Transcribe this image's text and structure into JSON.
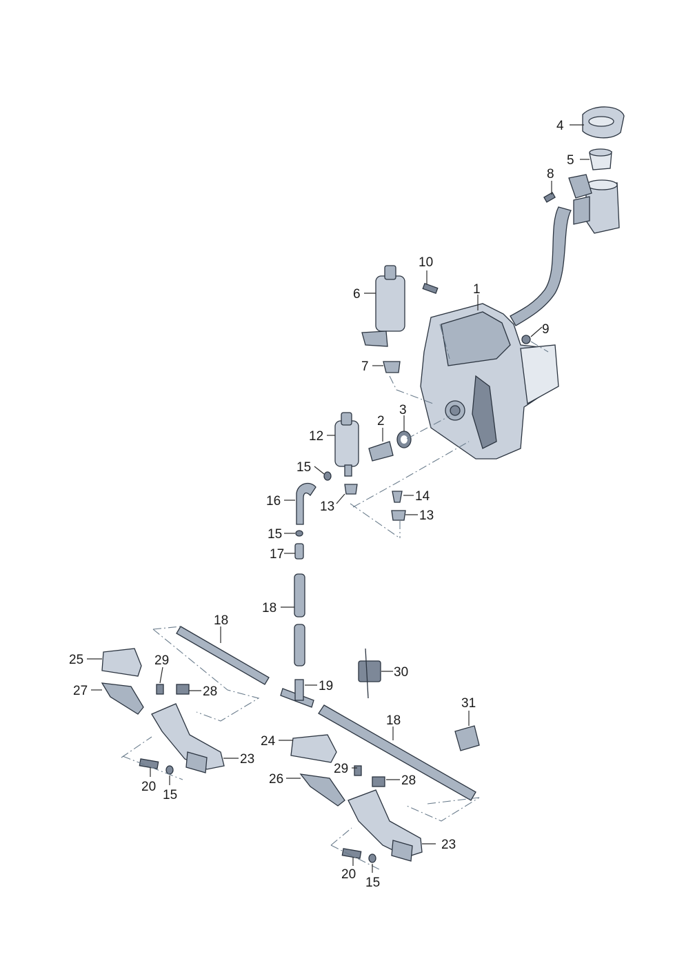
{
  "callouts": [
    "1",
    "2",
    "3",
    "4",
    "5",
    "6",
    "7",
    "8",
    "9",
    "10",
    "12",
    "13",
    "13",
    "14",
    "15",
    "15",
    "15",
    "15",
    "16",
    "17",
    "18",
    "18",
    "18",
    "19",
    "20",
    "20",
    "23",
    "23",
    "24",
    "25",
    "26",
    "27",
    "28",
    "28",
    "29",
    "29",
    "30",
    "31"
  ],
  "icons": [
    "washer-fluid-reservoir",
    "pump",
    "filler-neck",
    "cap",
    "hose",
    "nozzle",
    "clip",
    "screw",
    "grommet"
  ]
}
